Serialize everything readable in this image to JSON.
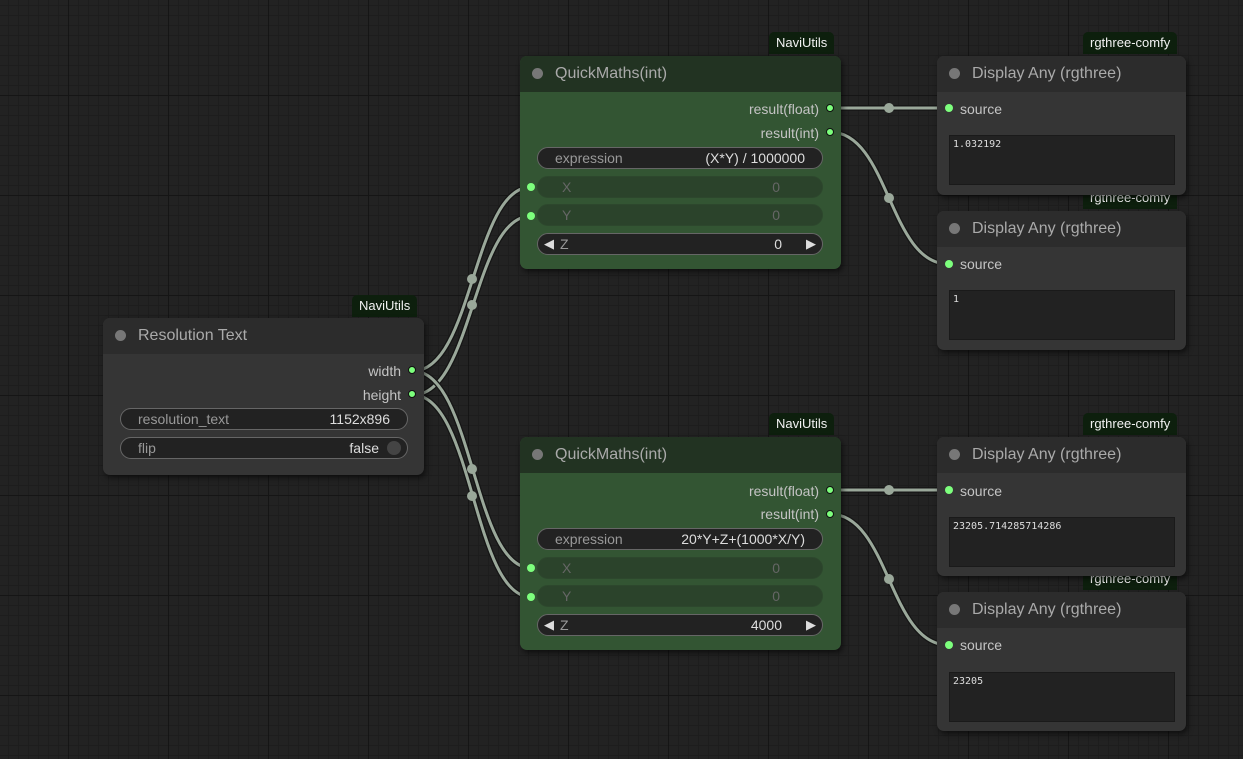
{
  "nodes": {
    "resolution": {
      "badge": "NaviUtils",
      "title": "Resolution Text",
      "outputs": [
        "width",
        "height"
      ],
      "widgets": {
        "resolution_text": {
          "label": "resolution_text",
          "value": "1152x896"
        },
        "flip": {
          "label": "flip",
          "value": "false"
        }
      }
    },
    "qm1": {
      "badge": "NaviUtils",
      "title": "QuickMaths(int)",
      "outputs": [
        "result(float)",
        "result(int)"
      ],
      "widgets": {
        "expression": {
          "label": "expression",
          "value": "(X*Y) / 1000000"
        },
        "x": {
          "label": "X",
          "value": "0"
        },
        "y": {
          "label": "Y",
          "value": "0"
        },
        "z": {
          "label": "Z",
          "value": "0"
        }
      }
    },
    "qm2": {
      "badge": "NaviUtils",
      "title": "QuickMaths(int)",
      "outputs": [
        "result(float)",
        "result(int)"
      ],
      "widgets": {
        "expression": {
          "label": "expression",
          "value": "20*Y+Z+(1000*X/Y)"
        },
        "x": {
          "label": "X",
          "value": "0"
        },
        "y": {
          "label": "Y",
          "value": "0"
        },
        "z": {
          "label": "Z",
          "value": "4000"
        }
      }
    },
    "d1": {
      "badge": "rgthree-comfy",
      "title": "Display Any (rgthree)",
      "input": "source",
      "text": "1.032192"
    },
    "d2": {
      "badge": "rgthree-comfy",
      "title": "Display Any (rgthree)",
      "input": "source",
      "text": "1"
    },
    "d3": {
      "badge": "rgthree-comfy",
      "title": "Display Any (rgthree)",
      "input": "source",
      "text": "23205.714285714286"
    },
    "d4": {
      "badge": "rgthree-comfy",
      "title": "Display Any (rgthree)",
      "input": "source",
      "text": "23205"
    }
  },
  "colors": {
    "link": "#9aa89a",
    "slot": "#7dff7d",
    "green_node": "#335533",
    "gray_node": "#353535"
  }
}
